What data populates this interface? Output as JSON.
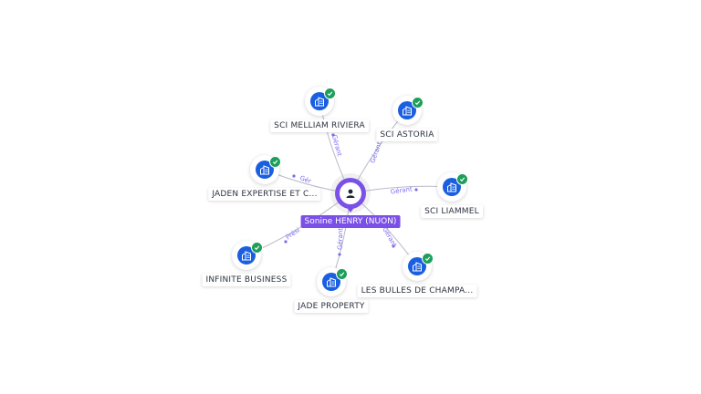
{
  "center": {
    "name": "Sonine HENRY (NUON)",
    "icon": "person-icon",
    "color": "#7b50e8"
  },
  "companies": [
    {
      "name": "SCI MELLIAM RIVIERA",
      "relation": "Gérant",
      "icon": "building-icon",
      "verified": true
    },
    {
      "name": "SCI ASTORIA",
      "relation": "Gérant",
      "icon": "building-icon",
      "verified": true
    },
    {
      "name": "JADEN EXPERTISE ET C...",
      "relation": "Gér",
      "icon": "building-icon",
      "verified": true
    },
    {
      "name": "SCI LIAMMEL",
      "relation": "Gérant",
      "icon": "building-icon",
      "verified": true
    },
    {
      "name": "INFINITE BUSINESS",
      "relation": "Prési",
      "icon": "building-icon",
      "verified": true
    },
    {
      "name": "JADE PROPERTY",
      "relation": "Gérant",
      "icon": "building-icon",
      "verified": true
    },
    {
      "name": "LES BULLES DE CHAMPA...",
      "relation": "Gérant",
      "icon": "building-icon",
      "verified": true
    }
  ],
  "colors": {
    "company": "#1a5fe0",
    "verified": "#1d9f5a",
    "edge_label": "#7b6cf0"
  }
}
